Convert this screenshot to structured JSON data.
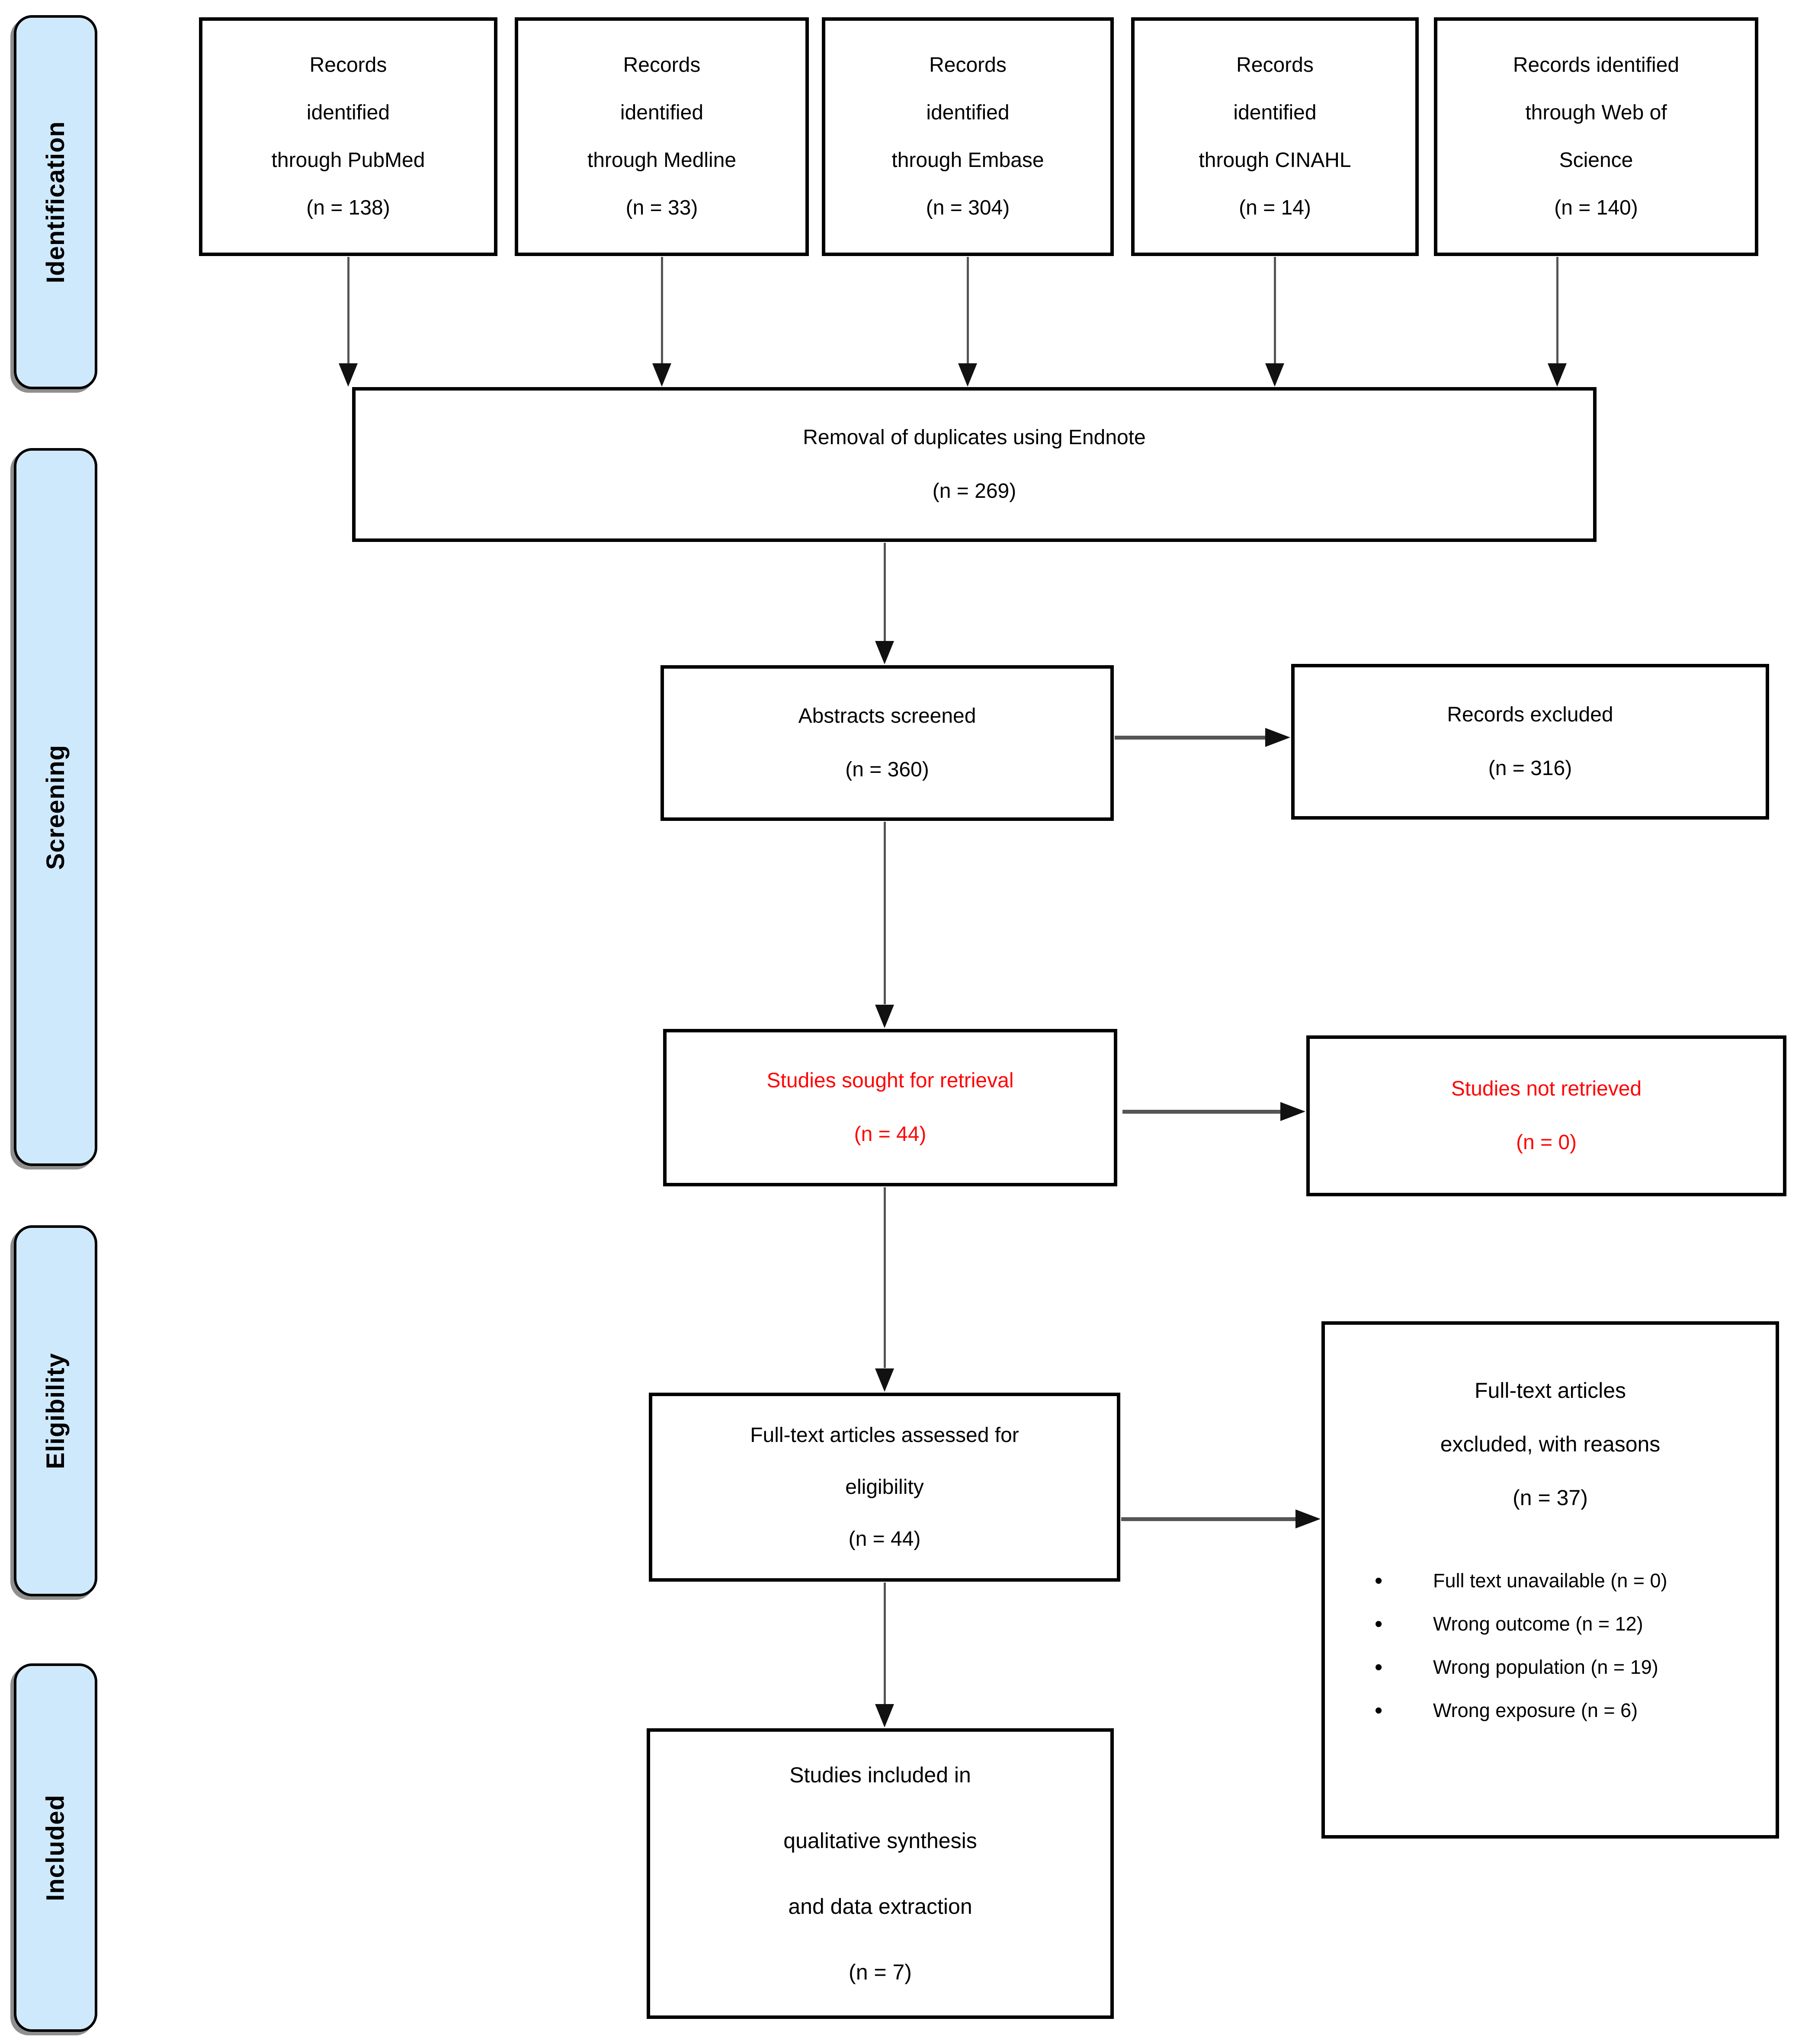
{
  "colors": {
    "sidebar_fill": "#cfe9fc",
    "box_border": "#000000",
    "text": "#000000",
    "accent_red": "#fe0505",
    "arrow_line": "#555555",
    "arrow_head": "#111111"
  },
  "sidebar": {
    "stages": [
      {
        "label": "Identification"
      },
      {
        "label": "Screening"
      },
      {
        "label": "Eligibility"
      },
      {
        "label": "Included"
      }
    ]
  },
  "boxes": {
    "sources": [
      {
        "lines": [
          "Records",
          "identified",
          "through PubMed",
          "(n = 138)"
        ]
      },
      {
        "lines": [
          "Records",
          "identified",
          "through Medline",
          "(n = 33)"
        ]
      },
      {
        "lines": [
          "Records",
          "identified",
          "through Embase",
          "(n = 304)"
        ]
      },
      {
        "lines": [
          "Records",
          "identified",
          "through CINAHL",
          "(n = 14)"
        ]
      },
      {
        "lines": [
          "Records identified",
          "through Web of",
          "Science",
          "(n = 140)"
        ]
      }
    ],
    "duplicates": {
      "lines": [
        "Removal of duplicates using Endnote",
        "(n = 269)"
      ]
    },
    "abstracts": {
      "lines": [
        "Abstracts screened",
        "(n = 360)"
      ]
    },
    "records_excluded": {
      "lines": [
        "Records excluded",
        "(n = 316)"
      ]
    },
    "sought": {
      "lines": [
        "Studies sought for retrieval",
        "(n = 44)"
      ]
    },
    "not_retrieved": {
      "lines": [
        "Studies not retrieved",
        "(n = 0)"
      ]
    },
    "fulltext": {
      "lines": [
        "Full-text articles assessed for",
        "eligibility",
        "(n = 44)"
      ]
    },
    "excluded_reasons": {
      "heading": [
        "Full-text articles",
        "excluded, with reasons",
        "(n = 37)"
      ],
      "bullets": [
        "Full text unavailable (n = 0)",
        "Wrong outcome (n = 12)",
        "Wrong population (n = 19)",
        "Wrong exposure (n = 6)"
      ]
    },
    "included": {
      "lines": [
        "Studies included in",
        "qualitative synthesis",
        "and data extraction",
        "(n = 7)"
      ]
    }
  }
}
